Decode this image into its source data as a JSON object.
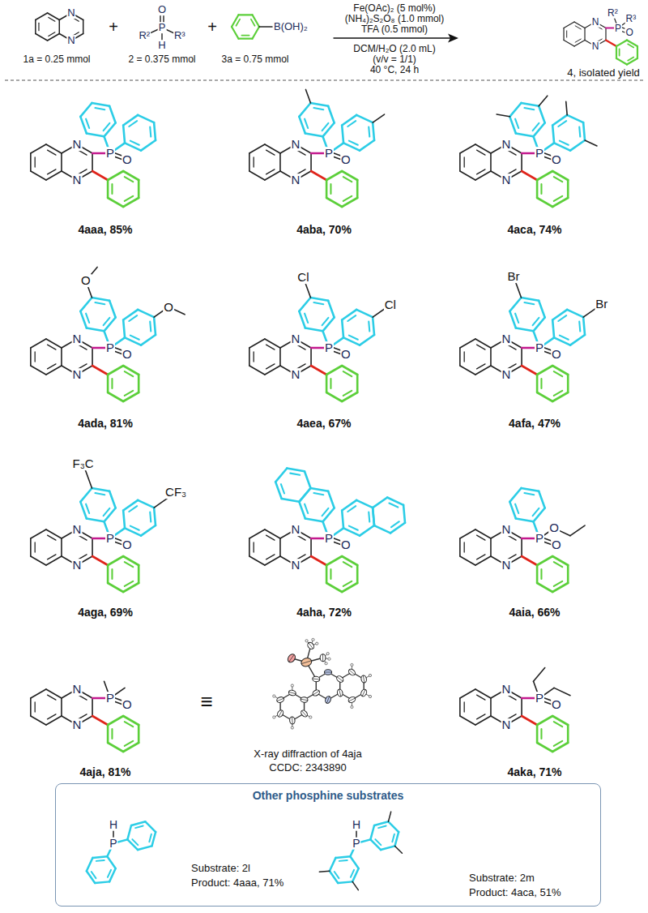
{
  "diagram": {
    "nodes": [
      {
        "text": [
          "Other phosphine substrates",
          "Substrate: 2l",
          "Product: 4aaa, 71%",
          "Substrate: 2m",
          "Product: 4aca, 51%"
        ]
      }
    ],
    "labels": [
      "N",
      "N",
      "+",
      "O",
      "P",
      "H",
      "R²",
      "R³",
      "+",
      "B(OH)₂",
      "Fe(OAc)₂ (5 mol%)",
      "(NH₄)₂S₂O₈ (1.0 mmol)",
      "TFA (0.5 mmol)",
      "DCM/H₂O (2.0 mL)",
      "(v/v = 1/1)",
      "40 °C, 24 h",
      "N",
      "N",
      "P",
      "O",
      "R²",
      "R³",
      "1a = 0.25 mmol",
      "2 = 0.375 mmol",
      "3a = 0.75 mmol",
      "4, isolated yield",
      "N",
      "N",
      "P",
      "O",
      "4aaa, 85%",
      "N",
      "N",
      "P",
      "O",
      "4aba, 70%",
      "N",
      "N",
      "P",
      "O",
      "4aca, 74%",
      "N",
      "N",
      "P",
      "O",
      "O",
      "O",
      "4ada, 81%",
      "N",
      "N",
      "P",
      "O",
      "Cl",
      "Cl",
      "4aea, 67%",
      "N",
      "N",
      "P",
      "O",
      "Br",
      "Br",
      "4afa, 47%",
      "N",
      "N",
      "P",
      "O",
      "F₃C",
      "CF₃",
      "4aga, 69%",
      "N",
      "N",
      "P",
      "O",
      "4aha, 72%",
      "N",
      "N",
      "P",
      "O",
      "O",
      "4aia, 66%",
      "N",
      "N",
      "P",
      "O",
      "4aja, 81%",
      "≡",
      "X-ray diffraction of 4aja",
      "CCDC: 2343890",
      "N",
      "N",
      "P",
      "O",
      "4aka, 71%",
      "H",
      "P",
      "H",
      "P"
    ]
  }
}
